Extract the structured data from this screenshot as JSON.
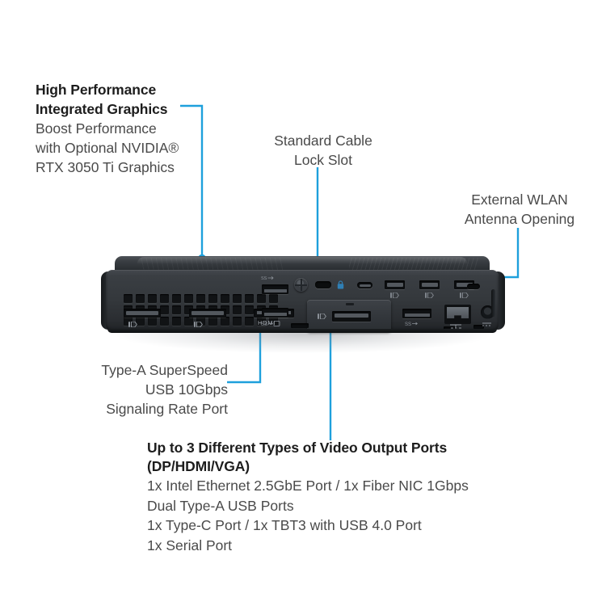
{
  "accent_color": "#1ea0dc",
  "text_color": "#3c3c3c",
  "heading_color": "#1d1d1d",
  "product": {
    "name": "hp-mini-desktop-pc-rear-view",
    "chassis_color": "#34383c"
  },
  "callouts": {
    "graphics": {
      "title_line1": "High Performance",
      "title_line2": "Integrated Graphics",
      "body_line1": "Boost Performance",
      "body_line2": "with Optional NVIDIA®",
      "body_line3": "RTX 3050 Ti Graphics"
    },
    "cable_lock": {
      "line1": "Standard Cable",
      "line2": "Lock Slot"
    },
    "wlan": {
      "line1": "External WLAN",
      "line2": "Antenna Opening"
    },
    "usb": {
      "line1": "Type-A SuperSpeed",
      "line2": "USB 10Gbps",
      "line3": "Signaling Rate Port"
    },
    "video": {
      "title_line1": "Up to 3 Different Types of Video Output Ports",
      "title_line2": "(DP/HDMI/VGA)",
      "body_line1": "1x Intel Ethernet 2.5GbE Port / 1x Fiber NIC 1Gbps",
      "body_line2": "Dual Type-A USB Ports",
      "body_line3": "1x Type-C Port / 1x TBT3 with USB 4.0 Port",
      "body_line4": "1x Serial Port"
    }
  },
  "port_legend": {
    "dp_left": "DP",
    "dp_right": "DP",
    "hdmi": "HDMI",
    "usb_ss_left": "SS",
    "usb_ss_right": "SS",
    "dp_module": "DP",
    "mdp1": "DP",
    "mdp2": "DP",
    "mdp3": "DP"
  }
}
